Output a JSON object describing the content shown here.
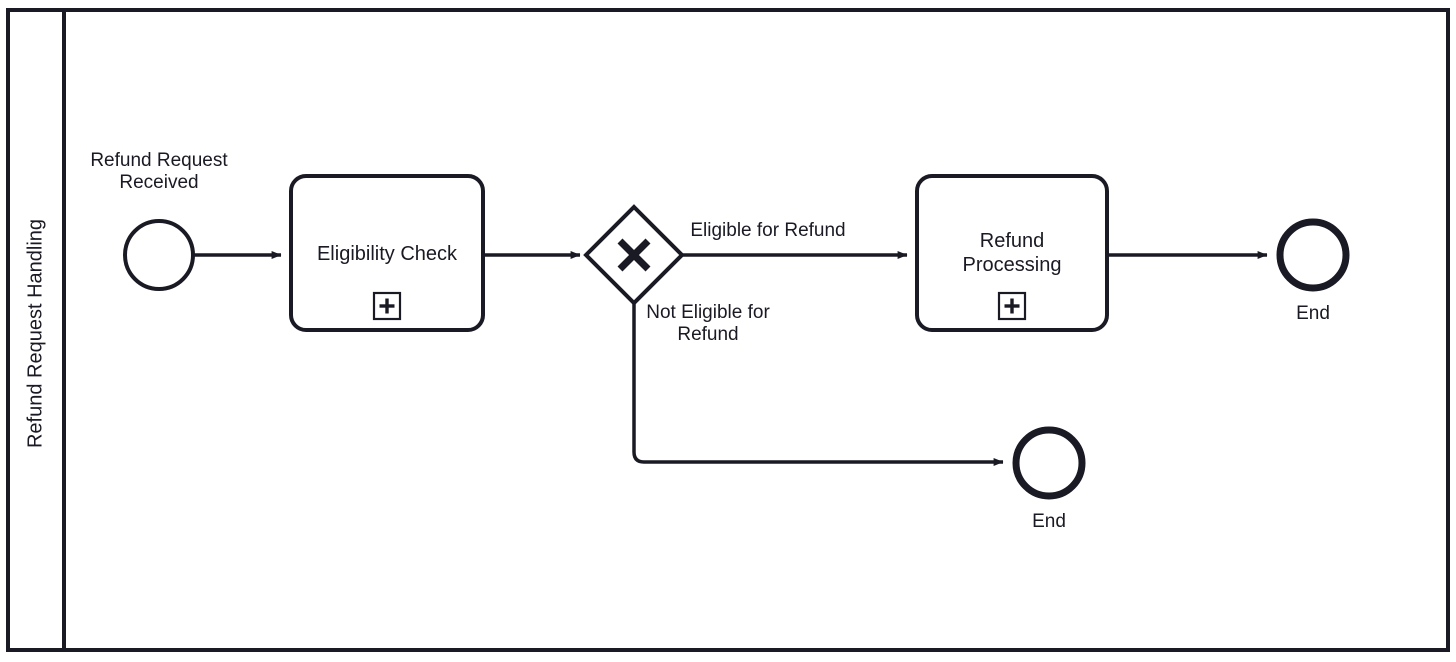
{
  "diagram": {
    "type": "bpmn-process-diagram",
    "stroke_color": "#1a1a24",
    "fill_color": "#ffffff",
    "background": "#ffffff"
  },
  "pool": {
    "label": "Refund Request Handling"
  },
  "events": {
    "start": {
      "label": "Refund Request\nReceived",
      "type": "start-event"
    },
    "end_top": {
      "label": "End",
      "type": "end-event"
    },
    "end_bottom": {
      "label": "End",
      "type": "end-event"
    }
  },
  "tasks": [
    {
      "label": "Eligibility Check",
      "marker": "subprocess-plus-marker"
    },
    {
      "label": "Refund\nProcessing",
      "marker": "subprocess-plus-marker"
    }
  ],
  "gateway": {
    "type": "exclusive-gateway",
    "marker": "X"
  },
  "flows": [
    {
      "label": "Eligible for Refund"
    },
    {
      "label": "Not Eligible for\nRefund"
    }
  ]
}
